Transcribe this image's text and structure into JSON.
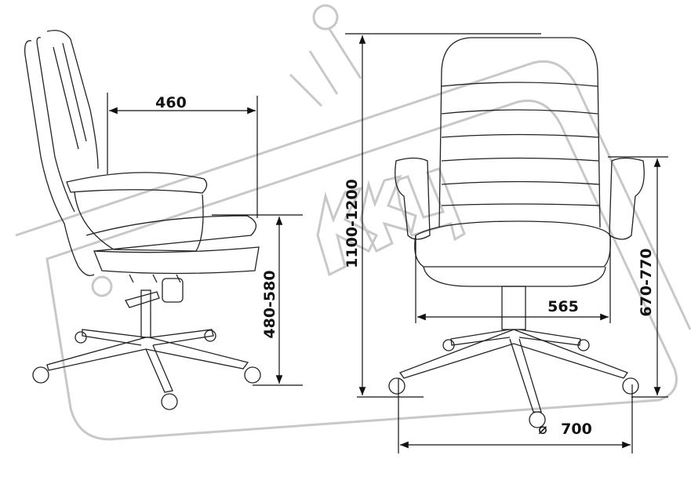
{
  "watermark": {
    "logo_text": "KKЦ"
  },
  "dimensions": {
    "seat_depth": "460",
    "seat_height": "480-580",
    "total_height": "1100-1200",
    "seat_width": "565",
    "armrest_height": "670-770",
    "base_diameter_symbol": "⌀",
    "base_diameter": "700"
  },
  "colors": {
    "line": "#111111",
    "watermark": "#c8c8c8"
  }
}
